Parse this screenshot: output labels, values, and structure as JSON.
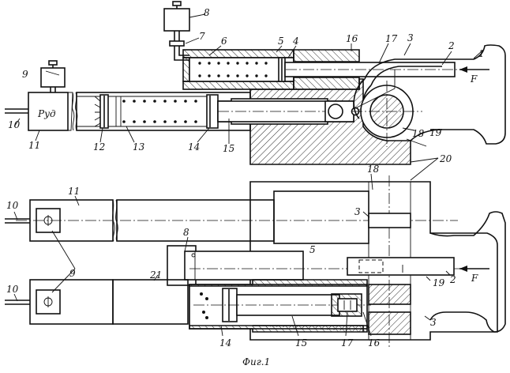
{
  "caption": "Фиг.1",
  "pressure_label": "Pуд",
  "force_labels": {
    "top": "F",
    "bottom": "F"
  },
  "callouts": {
    "c1": "1",
    "c2": "2",
    "c3": "3",
    "c4": "4",
    "c5": "5",
    "c6": "6",
    "c7": "7",
    "c8": "8",
    "c9": "9",
    "c10": "10",
    "c11": "11",
    "c12": "12",
    "c13": "13",
    "c14": "14",
    "c15": "15",
    "c16": "16",
    "c17": "17",
    "c18": "18",
    "c19": "19",
    "c20": "20",
    "c21": "21"
  },
  "callouts_bottom": {
    "b2": "2",
    "b3a": "3",
    "b3b": "3",
    "b5": "5",
    "b8": "8",
    "b9": "9",
    "b10a": "10",
    "b10b": "10",
    "b11": "11",
    "b14": "14",
    "b15": "15",
    "b16": "16",
    "b17": "17",
    "b18": "18",
    "b19": "19",
    "b21": "21"
  }
}
